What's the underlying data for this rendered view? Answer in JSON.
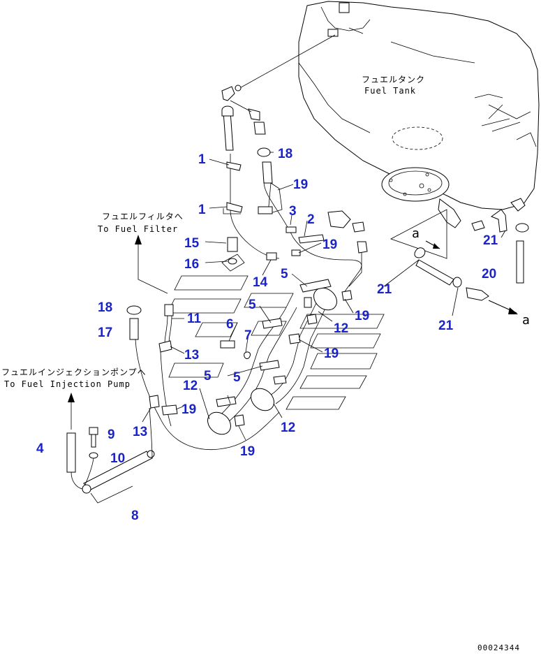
{
  "captions": {
    "fuel_tank_jp": "フュエルタンク",
    "fuel_tank_en": "Fuel Tank",
    "fuel_filter_jp": "フュエルフィルタへ",
    "fuel_filter_en": "To Fuel Filter",
    "injection_pump_jp": "フュエルインジェクションポンプへ",
    "injection_pump_en": "To Fuel Injection Pump",
    "view_a_upper": "a",
    "view_a_right": "a",
    "drawing_number": "00024344"
  },
  "part_labels": [
    {
      "id": "p1a",
      "text": "1"
    },
    {
      "id": "p1b",
      "text": "1"
    },
    {
      "id": "p2",
      "text": "2"
    },
    {
      "id": "p3",
      "text": "3"
    },
    {
      "id": "p4",
      "text": "4"
    },
    {
      "id": "p5a",
      "text": "5"
    },
    {
      "id": "p5b",
      "text": "5"
    },
    {
      "id": "p5c",
      "text": "5"
    },
    {
      "id": "p5d",
      "text": "5"
    },
    {
      "id": "p6",
      "text": "6"
    },
    {
      "id": "p7",
      "text": "7"
    },
    {
      "id": "p8",
      "text": "8"
    },
    {
      "id": "p9",
      "text": "9"
    },
    {
      "id": "p10",
      "text": "10"
    },
    {
      "id": "p11",
      "text": "11"
    },
    {
      "id": "p12a",
      "text": "12"
    },
    {
      "id": "p12b",
      "text": "12"
    },
    {
      "id": "p12c",
      "text": "12"
    },
    {
      "id": "p13a",
      "text": "13"
    },
    {
      "id": "p13b",
      "text": "13"
    },
    {
      "id": "p14",
      "text": "14"
    },
    {
      "id": "p15",
      "text": "15"
    },
    {
      "id": "p16",
      "text": "16"
    },
    {
      "id": "p17",
      "text": "17"
    },
    {
      "id": "p18a",
      "text": "18"
    },
    {
      "id": "p18b",
      "text": "18"
    },
    {
      "id": "p19a",
      "text": "19"
    },
    {
      "id": "p19b",
      "text": "19"
    },
    {
      "id": "p19c",
      "text": "19"
    },
    {
      "id": "p19d",
      "text": "19"
    },
    {
      "id": "p19e",
      "text": "19"
    },
    {
      "id": "p19f",
      "text": "19"
    },
    {
      "id": "p20",
      "text": "20"
    },
    {
      "id": "p21a",
      "text": "21"
    },
    {
      "id": "p21b",
      "text": "21"
    },
    {
      "id": "p21c",
      "text": "21"
    }
  ],
  "colors": {
    "label": "#1a23c8",
    "line": "#000000",
    "background": "#ffffff"
  }
}
